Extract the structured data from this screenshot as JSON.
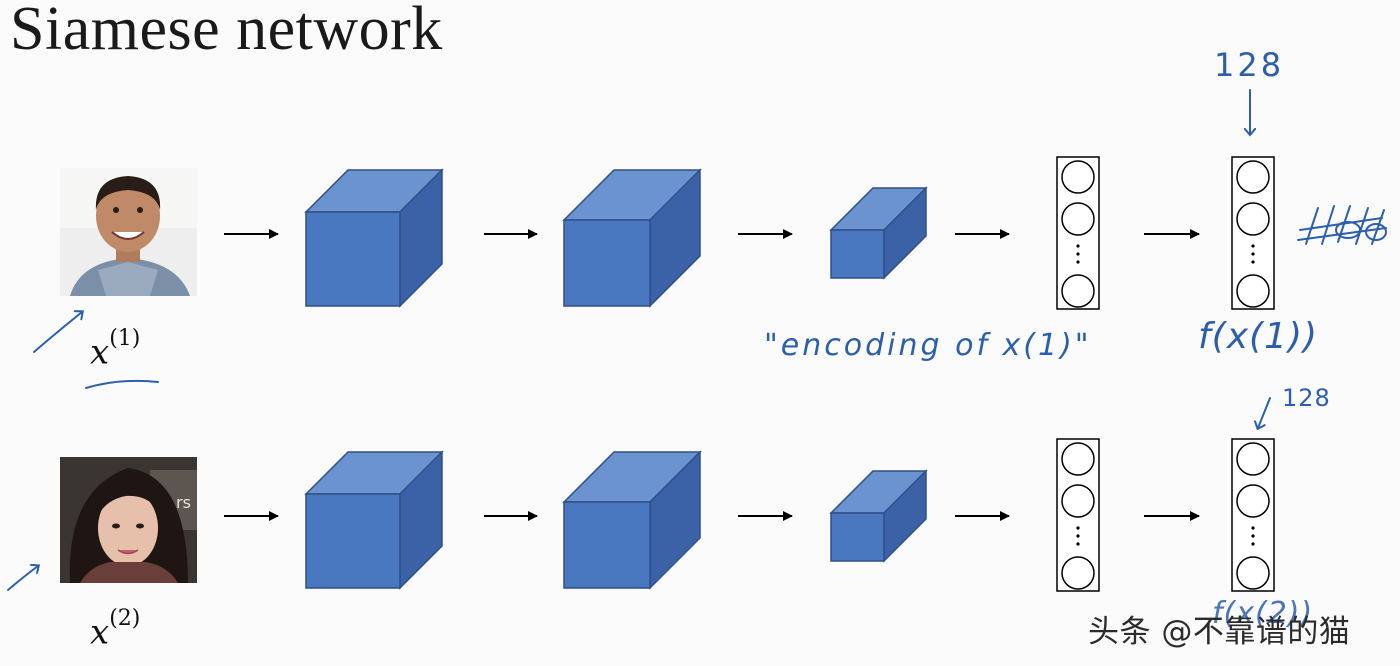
{
  "slide": {
    "title": "Siamese network"
  },
  "inputs": [
    {
      "base": "x",
      "superscript": "(1)"
    },
    {
      "base": "x",
      "superscript": "(2)"
    }
  ],
  "annotations": {
    "encoding_note": "\"encoding of x(1)\"",
    "dimension_top": "128",
    "dimension_bottom": "128",
    "output_top": "f(x(1))",
    "output_bottom": "f(x(2))"
  },
  "watermark": "头条 @不靠谱的猫",
  "colors": {
    "cube_front": "#4a78c0",
    "cube_top": "#6b93d0",
    "cube_side": "#3b62a6",
    "cube_edge": "#2f4f88",
    "ink_blue": "#2b5fae",
    "arrow": "#000000"
  },
  "icons": {
    "face_top": "person-photo-man",
    "face_bottom": "person-photo-woman",
    "node": "neuron-circle",
    "vdots": "vertical-ellipsis"
  }
}
